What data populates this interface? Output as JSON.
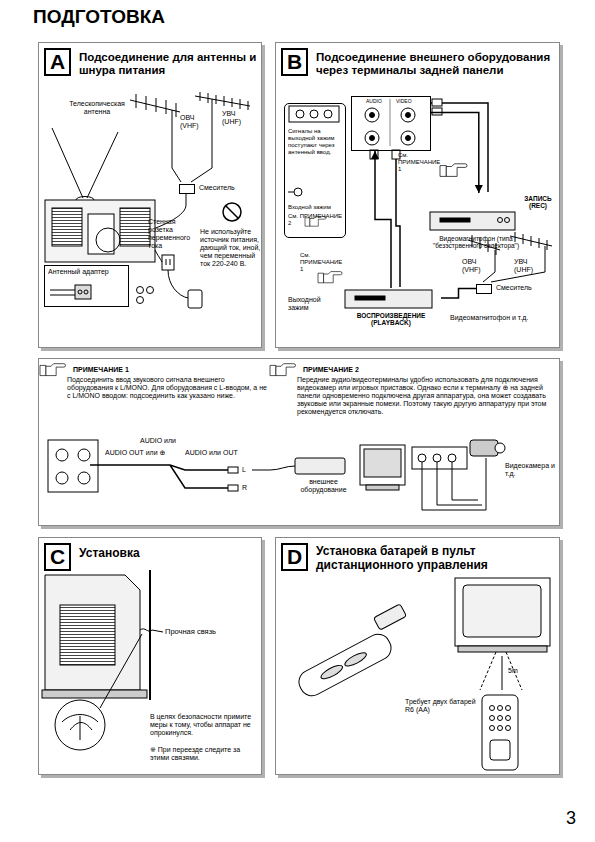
{
  "diagram": {
    "title": "ПОДГОТОВКА",
    "nodes": [
      {
        "text": [
          "Подсоединение для антенны и шнура питания"
        ]
      },
      {
        "text": [
          "A"
        ],
        "in": 0
      },
      {
        "text": [
          "Смеситель"
        ],
        "in": 0
      },
      {
        "text": [
          "Антенный адаптер"
        ],
        "in": 0
      },
      {
        "text": [
          "Подсоединение внешнего оборудования через терминалы задней панели"
        ]
      },
      {
        "text": [
          "B"
        ],
        "in": 4
      },
      {
        "text": [
          "Сигналы на выходной зажим поступают через антенный ввод.",
          "Входной зажим",
          "См. ПРИМЕЧАНИЕ 2"
        ],
        "in": 4
      },
      {
        "text": [
          "AUDIO",
          "VIDEO"
        ],
        "in": 4
      },
      {
        "text": [
          "ЗАПИСЬ (REC)",
          "Видеомагнитофон (типа \"безэстрвенного селектора\")"
        ],
        "in": 4
      },
      {
        "text": [
          "ВОСПРОИЗВЕДЕНИЕ (PLAYBACK)"
        ],
        "in": 4
      },
      {
        "text": [
          "Смеситель"
        ],
        "in": 4
      },
      {
        "text": [
          "ПРИМЕЧАНИЕ 1",
          "Подсоединить ввод звукового сигнала внешнего оборудования к L/MONO. Для оборудования с L-вводом, а не с L/MONO вводом: подсоединить как указано ниже.",
          "ПРИМЕЧАНИЕ 2",
          "Передние аудио/видеотерминалы удобно использовать для подключения видеокамер или игровых приставок. Однако если к терминалу ⊕ на задней панели одновременно подключена другая аппаратура, она может создавать звуковые или экранные помехи. Поэтому такую другую аппаратуру при этом рекомендуется отключать."
        ]
      },
      {
        "text": [
          "внешнее оборудование"
        ],
        "in": 11
      },
      {
        "text": [
          "Установка"
        ]
      },
      {
        "text": [
          "C"
        ],
        "in": 13
      },
      {
        "text": [
          "Установка батарей в пульт дистанционного управления"
        ]
      },
      {
        "text": [
          "D"
        ],
        "in": 15
      }
    ],
    "edges": [
      {
        "from": 7,
        "to": 8,
        "arrow": "to"
      },
      {
        "from": 9,
        "to": 7,
        "arrow": "to"
      },
      {
        "from": 10,
        "to": 9,
        "arrow": "none"
      }
    ],
    "labels": [
      "Телескопическая антенна",
      "ОВЧ (VHF)",
      "УВЧ (UHF)",
      "Стенная розетка переменного тока",
      "Не используйте источник питания, дающий ток, иной, чем переменный ток 220-240 В.",
      "См. ПРИМЕЧАНИЕ 1",
      "См. ПРИМЕЧАНИЕ 1",
      "Выходной зажим",
      "ОВЧ (VHF)",
      "УВЧ (UHF)",
      "Видеомагнитофон и т.д.",
      "AUDIO или",
      "AUDIO OUT или ⊕",
      "AUDIO или OUT",
      "L",
      "R",
      "Видеокамера и т.д.",
      "Прочная связь",
      "В целях безопасности примите меры к тому, чтобы аппарат не опрокинулся.",
      "※ При переезде следите за этими связями.",
      "Требует двух батарей R6 (AA)",
      "5m",
      "3"
    ]
  }
}
